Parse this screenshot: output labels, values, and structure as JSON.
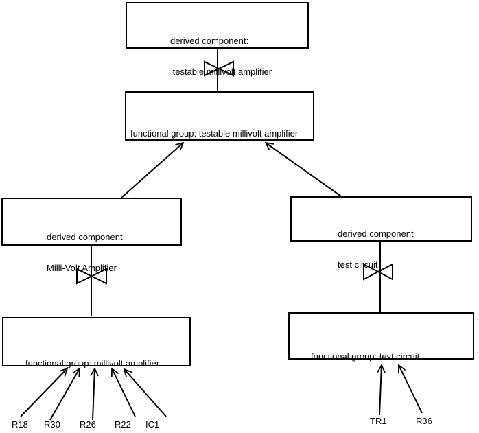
{
  "diagram": {
    "colors": {
      "background": "#ffffff",
      "line": "#000000",
      "text": "#000000"
    },
    "icons": {
      "bowtie": "bowtie-decomposition-icon",
      "arrow": "open-arrowhead-icon"
    },
    "nodes": {
      "top_derived": {
        "line1": "derived component:",
        "line2": " testable millivolt amplifier"
      },
      "top_functional": {
        "label": "functional group: testable millivolt amplifier"
      },
      "left_derived": {
        "line1": "derived component",
        "line2": "Milli-Volt Amplifier"
      },
      "right_derived": {
        "line1": "derived component",
        "line2": "test circuit"
      },
      "left_functional": {
        "label": "functional group: millivolt amplifier"
      },
      "right_functional": {
        "label": "functional group: test circuit"
      }
    },
    "left_components": [
      "R18",
      "R30",
      "R26",
      "R22",
      "IC1"
    ],
    "right_components": [
      "TR1",
      "R36"
    ]
  }
}
